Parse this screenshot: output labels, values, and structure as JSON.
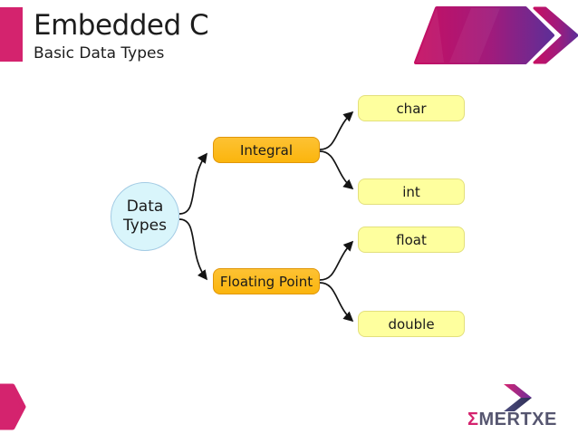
{
  "slide": {
    "title": "Embedded C",
    "subtitle": "Basic Data Types"
  },
  "diagram": {
    "type": "tree",
    "root": {
      "label": "Data Types"
    },
    "branches": [
      {
        "label": "Integral",
        "children": [
          {
            "label": "char"
          },
          {
            "label": "int"
          }
        ]
      },
      {
        "label": "Floating Point",
        "children": [
          {
            "label": "float"
          },
          {
            "label": "double"
          }
        ]
      }
    ]
  },
  "logo": {
    "sigma": "Σ",
    "brand": "MERTXE"
  },
  "colors": {
    "accent_pink": "#d4236e",
    "accent_purple": "#5e2e97",
    "root_fill": "#d9f5fb",
    "root_border": "#a3cbe4",
    "branch_fill": "#fbb50d",
    "branch_border": "#e0960a",
    "leaf_fill": "#feff9e",
    "leaf_border": "#e3e07c",
    "connector": "#141414",
    "logo_text": "#565670"
  }
}
